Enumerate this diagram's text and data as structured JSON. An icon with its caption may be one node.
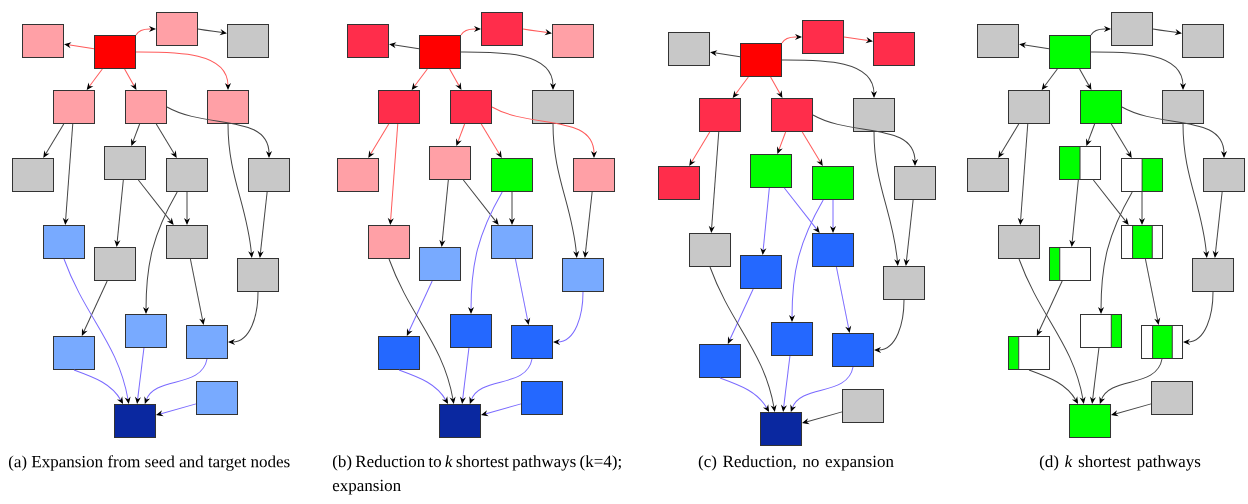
{
  "diagram": {
    "nodes": [
      {
        "text": [],
        "shape": "box"
      },
      {
        "text": [],
        "shape": "box"
      },
      {
        "text": [],
        "shape": "box"
      },
      {
        "text": [],
        "shape": "box"
      },
      {
        "text": [],
        "shape": "box"
      },
      {
        "text": [],
        "shape": "box"
      },
      {
        "text": [],
        "shape": "box"
      },
      {
        "text": [],
        "shape": "box"
      },
      {
        "text": [],
        "shape": "box"
      },
      {
        "text": [],
        "shape": "box"
      },
      {
        "text": [],
        "shape": "box"
      },
      {
        "text": [],
        "shape": "box"
      },
      {
        "text": [],
        "shape": "box"
      },
      {
        "text": [],
        "shape": "box"
      },
      {
        "text": [],
        "shape": "box"
      },
      {
        "text": [],
        "shape": "box"
      },
      {
        "text": [],
        "shape": "box"
      },
      {
        "text": [],
        "shape": "box"
      },
      {
        "text": [],
        "shape": "box"
      },
      {
        "text": [],
        "shape": "box"
      },
      {
        "text": [],
        "shape": "box"
      },
      {
        "text": [],
        "shape": "box"
      },
      {
        "text": [],
        "shape": "box"
      },
      {
        "text": [],
        "shape": "box"
      },
      {
        "text": [],
        "shape": "box"
      },
      {
        "text": [],
        "shape": "box"
      },
      {
        "text": [],
        "shape": "box"
      },
      {
        "text": [],
        "shape": "box"
      },
      {
        "text": [],
        "shape": "box"
      },
      {
        "text": [],
        "shape": "box"
      },
      {
        "text": [],
        "shape": "box"
      },
      {
        "text": [],
        "shape": "box"
      },
      {
        "text": [],
        "shape": "box"
      },
      {
        "text": [],
        "shape": "box"
      },
      {
        "text": [],
        "shape": "box"
      },
      {
        "text": [],
        "shape": "box"
      },
      {
        "text": [],
        "shape": "box"
      },
      {
        "text": [],
        "shape": "box"
      },
      {
        "text": [],
        "shape": "box"
      },
      {
        "text": [],
        "shape": "box"
      },
      {
        "text": [],
        "shape": "box"
      },
      {
        "text": [],
        "shape": "box"
      },
      {
        "text": [],
        "shape": "box"
      },
      {
        "text": [],
        "shape": "box"
      },
      {
        "text": [],
        "shape": "box"
      },
      {
        "text": [],
        "shape": "box"
      },
      {
        "text": [],
        "shape": "box"
      },
      {
        "text": [],
        "shape": "box"
      },
      {
        "text": [],
        "shape": "box"
      },
      {
        "text": [],
        "shape": "box"
      },
      {
        "text": [],
        "shape": "box"
      },
      {
        "text": [],
        "shape": "box"
      },
      {
        "text": [],
        "shape": "box"
      },
      {
        "text": [],
        "shape": "box"
      },
      {
        "text": [],
        "shape": "box"
      },
      {
        "text": [],
        "shape": "box"
      },
      {
        "text": [],
        "shape": "box"
      },
      {
        "text": [],
        "shape": "box"
      },
      {
        "text": [],
        "shape": "box"
      },
      {
        "text": [],
        "shape": "box"
      },
      {
        "text": [],
        "shape": "box"
      },
      {
        "text": [],
        "shape": "box"
      },
      {
        "text": [],
        "shape": "box"
      },
      {
        "text": [],
        "shape": "box"
      },
      {
        "text": [],
        "shape": "box"
      },
      {
        "text": [],
        "shape": "box"
      },
      {
        "text": [],
        "shape": "box"
      },
      {
        "text": [],
        "shape": "box"
      },
      {
        "text": [],
        "shape": "box"
      },
      {
        "text": [],
        "shape": "box"
      },
      {
        "text": [],
        "shape": "box"
      },
      {
        "text": [],
        "shape": "box"
      },
      {
        "text": [],
        "shape": "box"
      },
      {
        "text": [],
        "shape": "box"
      },
      {
        "text": [],
        "shape": "box"
      },
      {
        "text": [],
        "shape": "box"
      },
      {
        "text": [],
        "shape": "box"
      },
      {
        "text": [],
        "shape": "box"
      },
      {
        "text": [],
        "shape": "box"
      },
      {
        "text": [],
        "shape": "box"
      }
    ],
    "edges": [
      {
        "from": 1,
        "to": 0,
        "arrow": "to",
        "color": "#ff5a5a"
      },
      {
        "from": 1,
        "to": 2,
        "arrow": "to",
        "color": "#ff5a5a"
      },
      {
        "from": 2,
        "to": 3,
        "arrow": "to"
      },
      {
        "from": 1,
        "to": 4,
        "arrow": "to",
        "color": "#ff5a5a"
      },
      {
        "from": 1,
        "to": 5,
        "arrow": "to",
        "color": "#ff5a5a"
      },
      {
        "from": 1,
        "to": 6,
        "arrow": "to",
        "color": "#ff5a5a"
      },
      {
        "from": 4,
        "to": 7,
        "arrow": "to"
      },
      {
        "from": 4,
        "to": 11,
        "arrow": "to"
      },
      {
        "from": 5,
        "to": 8,
        "arrow": "to"
      },
      {
        "from": 5,
        "to": 9,
        "arrow": "to"
      },
      {
        "from": 5,
        "to": 10,
        "arrow": "to"
      },
      {
        "from": 6,
        "to": 14,
        "arrow": "to"
      },
      {
        "from": 8,
        "to": 12,
        "arrow": "to"
      },
      {
        "from": 8,
        "to": 13,
        "arrow": "to"
      },
      {
        "from": 9,
        "to": 13,
        "arrow": "to"
      },
      {
        "from": 9,
        "to": 16,
        "arrow": "to"
      },
      {
        "from": 10,
        "to": 14,
        "arrow": "to"
      },
      {
        "from": 12,
        "to": 15,
        "arrow": "to"
      },
      {
        "from": 13,
        "to": 17,
        "arrow": "to"
      },
      {
        "from": 14,
        "to": 17,
        "arrow": "to"
      },
      {
        "from": 11,
        "to": 18,
        "arrow": "to",
        "color": "#7a6aff"
      },
      {
        "from": 15,
        "to": 18,
        "arrow": "to",
        "color": "#7a6aff"
      },
      {
        "from": 16,
        "to": 18,
        "arrow": "to",
        "color": "#7a6aff"
      },
      {
        "from": 17,
        "to": 18,
        "arrow": "to",
        "color": "#7a6aff"
      },
      {
        "from": 19,
        "to": 18,
        "arrow": "to",
        "color": "#7a6aff"
      },
      {
        "from": 21,
        "to": 20,
        "arrow": "to"
      },
      {
        "from": 21,
        "to": 22,
        "arrow": "to",
        "color": "#ff5a5a"
      },
      {
        "from": 22,
        "to": 23,
        "arrow": "to",
        "color": "#ff5a5a"
      },
      {
        "from": 21,
        "to": 24,
        "arrow": "to",
        "color": "#ff5a5a"
      },
      {
        "from": 21,
        "to": 25,
        "arrow": "to",
        "color": "#ff5a5a"
      },
      {
        "from": 21,
        "to": 26,
        "arrow": "to"
      },
      {
        "from": 24,
        "to": 27,
        "arrow": "to",
        "color": "#ff5a5a"
      },
      {
        "from": 24,
        "to": 31,
        "arrow": "to",
        "color": "#ff5a5a"
      },
      {
        "from": 25,
        "to": 28,
        "arrow": "to",
        "color": "#ff5a5a"
      },
      {
        "from": 25,
        "to": 29,
        "arrow": "to",
        "color": "#ff5a5a"
      },
      {
        "from": 25,
        "to": 30,
        "arrow": "to",
        "color": "#ff5a5a"
      },
      {
        "from": 26,
        "to": 34,
        "arrow": "to"
      },
      {
        "from": 28,
        "to": 32,
        "arrow": "to"
      },
      {
        "from": 28,
        "to": 33,
        "arrow": "to"
      },
      {
        "from": 29,
        "to": 33,
        "arrow": "to"
      },
      {
        "from": 29,
        "to": 36,
        "arrow": "to",
        "color": "#7a6aff"
      },
      {
        "from": 30,
        "to": 34,
        "arrow": "to"
      },
      {
        "from": 32,
        "to": 35,
        "arrow": "to",
        "color": "#7a6aff"
      },
      {
        "from": 33,
        "to": 37,
        "arrow": "to",
        "color": "#7a6aff"
      },
      {
        "from": 34,
        "to": 37,
        "arrow": "to",
        "color": "#7a6aff"
      },
      {
        "from": 31,
        "to": 38,
        "arrow": "to"
      },
      {
        "from": 35,
        "to": 38,
        "arrow": "to",
        "color": "#7a6aff"
      },
      {
        "from": 36,
        "to": 38,
        "arrow": "to",
        "color": "#7a6aff"
      },
      {
        "from": 37,
        "to": 38,
        "arrow": "to",
        "color": "#7a6aff"
      },
      {
        "from": 39,
        "to": 38,
        "arrow": "to",
        "color": "#7a6aff"
      },
      {
        "from": 41,
        "to": 40,
        "arrow": "to"
      },
      {
        "from": 41,
        "to": 42,
        "arrow": "to",
        "color": "#ff5a5a"
      },
      {
        "from": 42,
        "to": 43,
        "arrow": "to",
        "color": "#ff5a5a"
      },
      {
        "from": 41,
        "to": 44,
        "arrow": "to",
        "color": "#ff5a5a"
      },
      {
        "from": 41,
        "to": 45,
        "arrow": "to",
        "color": "#ff5a5a"
      },
      {
        "from": 41,
        "to": 46,
        "arrow": "to"
      },
      {
        "from": 44,
        "to": 47,
        "arrow": "to",
        "color": "#ff5a5a"
      },
      {
        "from": 44,
        "to": 51,
        "arrow": "to"
      },
      {
        "from": 45,
        "to": 48,
        "arrow": "to",
        "color": "#ff5a5a"
      },
      {
        "from": 45,
        "to": 49,
        "arrow": "to",
        "color": "#ff5a5a"
      },
      {
        "from": 45,
        "to": 50,
        "arrow": "to"
      },
      {
        "from": 46,
        "to": 54,
        "arrow": "to"
      },
      {
        "from": 48,
        "to": 52,
        "arrow": "to",
        "color": "#7a6aff"
      },
      {
        "from": 48,
        "to": 53,
        "arrow": "to",
        "color": "#7a6aff"
      },
      {
        "from": 49,
        "to": 53,
        "arrow": "to",
        "color": "#7a6aff"
      },
      {
        "from": 49,
        "to": 56,
        "arrow": "to",
        "color": "#7a6aff"
      },
      {
        "from": 50,
        "to": 54,
        "arrow": "to"
      },
      {
        "from": 52,
        "to": 55,
        "arrow": "to",
        "color": "#7a6aff"
      },
      {
        "from": 53,
        "to": 57,
        "arrow": "to",
        "color": "#7a6aff"
      },
      {
        "from": 54,
        "to": 57,
        "arrow": "to"
      },
      {
        "from": 51,
        "to": 58,
        "arrow": "to"
      },
      {
        "from": 55,
        "to": 58,
        "arrow": "to",
        "color": "#7a6aff"
      },
      {
        "from": 56,
        "to": 58,
        "arrow": "to",
        "color": "#7a6aff"
      },
      {
        "from": 57,
        "to": 58,
        "arrow": "to",
        "color": "#7a6aff"
      },
      {
        "from": 59,
        "to": 58,
        "arrow": "to"
      },
      {
        "from": 61,
        "to": 60,
        "arrow": "to"
      },
      {
        "from": 61,
        "to": 62,
        "arrow": "to"
      },
      {
        "from": 62,
        "to": 63,
        "arrow": "to"
      },
      {
        "from": 61,
        "to": 64,
        "arrow": "to"
      },
      {
        "from": 61,
        "to": 65,
        "arrow": "to"
      },
      {
        "from": 61,
        "to": 66,
        "arrow": "to"
      },
      {
        "from": 64,
        "to": 67,
        "arrow": "to"
      },
      {
        "from": 64,
        "to": 71,
        "arrow": "to"
      },
      {
        "from": 65,
        "to": 68,
        "arrow": "to"
      },
      {
        "from": 65,
        "to": 69,
        "arrow": "to"
      },
      {
        "from": 65,
        "to": 70,
        "arrow": "to"
      },
      {
        "from": 66,
        "to": 74,
        "arrow": "to"
      },
      {
        "from": 68,
        "to": 72,
        "arrow": "to"
      },
      {
        "from": 68,
        "to": 73,
        "arrow": "to"
      },
      {
        "from": 69,
        "to": 73,
        "arrow": "to"
      },
      {
        "from": 69,
        "to": 76,
        "arrow": "to"
      },
      {
        "from": 70,
        "to": 74,
        "arrow": "to"
      },
      {
        "from": 72,
        "to": 75,
        "arrow": "to"
      },
      {
        "from": 73,
        "to": 77,
        "arrow": "to"
      },
      {
        "from": 74,
        "to": 77,
        "arrow": "to"
      },
      {
        "from": 71,
        "to": 78,
        "arrow": "to"
      },
      {
        "from": 75,
        "to": 78,
        "arrow": "to"
      },
      {
        "from": 76,
        "to": 78,
        "arrow": "to"
      },
      {
        "from": 77,
        "to": 78,
        "arrow": "to"
      },
      {
        "from": 79,
        "to": 78,
        "arrow": "to"
      }
    ],
    "labels": [
      "(a) Expansion from seed and target nodes",
      "(b) Reduction to *k* shortest pathways (k=4); expansion",
      "(c) Reduction, no expansion",
      "(d) *k* shortest pathways"
    ]
  }
}
